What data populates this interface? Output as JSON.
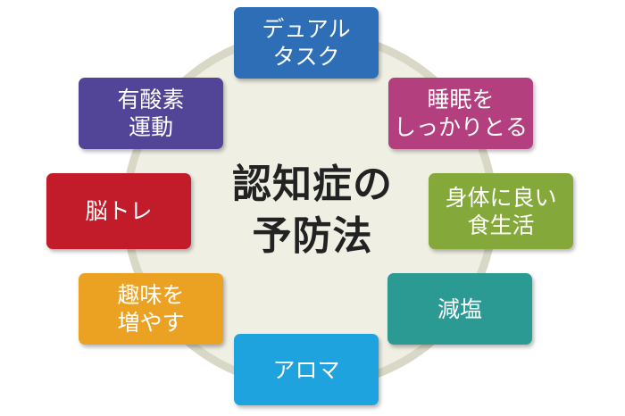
{
  "center": {
    "line1": "認知症の",
    "line2": "予防法"
  },
  "boxes": [
    {
      "lines": [
        "デュアル",
        "タスク"
      ],
      "color": "#2d6eb6"
    },
    {
      "lines": [
        "睡眠を",
        "しっかりとる"
      ],
      "color": "#b33f7e"
    },
    {
      "lines": [
        "身体に良い",
        "食生活"
      ],
      "color": "#84a93a"
    },
    {
      "lines": [
        "減塩"
      ],
      "color": "#2a9a93"
    },
    {
      "lines": [
        "アロマ"
      ],
      "color": "#1ea3df"
    },
    {
      "lines": [
        "趣味を",
        "増やす"
      ],
      "color": "#eba122"
    },
    {
      "lines": [
        "脳トレ"
      ],
      "color": "#c21c2a"
    },
    {
      "lines": [
        "有酸素",
        "運動"
      ],
      "color": "#524597"
    }
  ],
  "ring": {
    "fill": "#efefe4",
    "border": "#d9d8c6"
  },
  "title_color": "#222222"
}
